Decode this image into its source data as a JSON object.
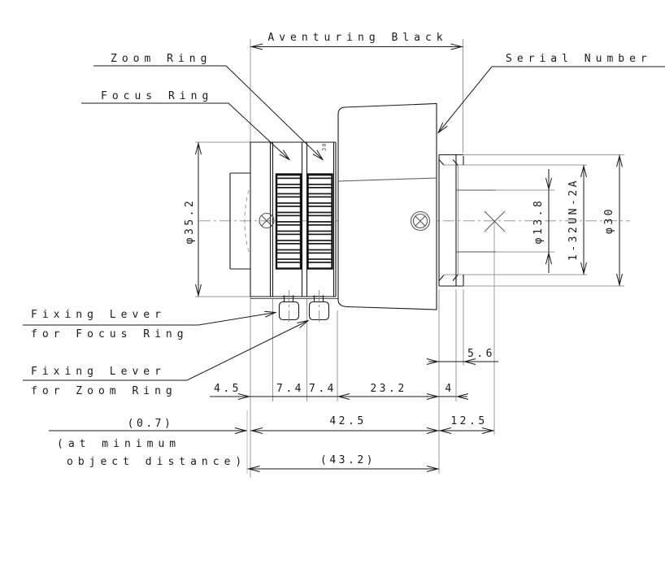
{
  "labels": {
    "aventuring_black": "Aventuring Black",
    "zoom_ring": "Zoom Ring",
    "focus_ring": "Focus Ring",
    "serial_number": "Serial Number",
    "fixing_lever_focus": {
      "line1": "Fixing Lever",
      "line2": "for Focus Ring"
    },
    "fixing_lever_zoom": {
      "line1": "Fixing Lever",
      "line2": "for Zoom Ring"
    }
  },
  "dimensions": {
    "front_diameter": "φ35.2",
    "rear_inner_diameter": "φ13.8",
    "mount_thread": "1-32UN-2A",
    "mount_diameter": "φ30",
    "rear_step": "5.6",
    "front_section": "4.5",
    "focus_ring_width": "7.4",
    "zoom_ring_width": "7.4",
    "body_length": "23.2",
    "flange_thickness": "4",
    "front_extension": "(0.7)",
    "mod_note_line1": "(at minimum",
    "mod_note_line2": "object distance)",
    "main_length": "42.5",
    "rear_length": "12.5",
    "overall_length": "(43.2)"
  },
  "ring_scale_mark": "30",
  "colors": {
    "line": "#1a1a1a",
    "extension": "#9a9a9a",
    "background": "#ffffff"
  }
}
